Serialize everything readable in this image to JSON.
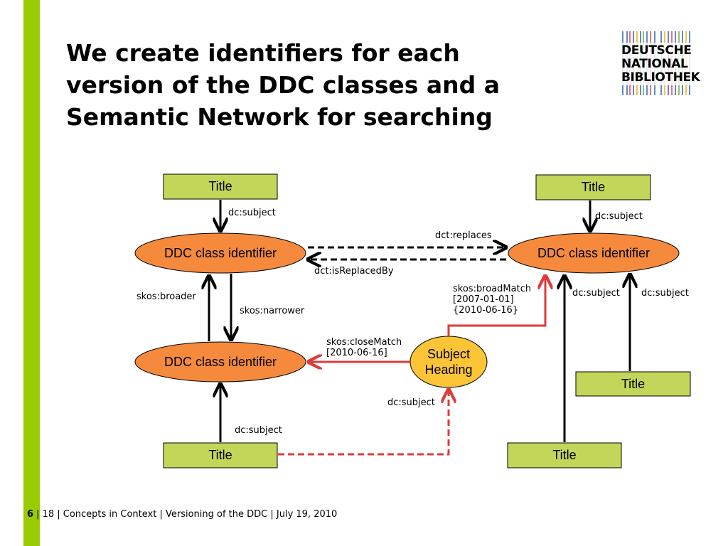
{
  "slide": {
    "title_lines": [
      "We create identifiers for each",
      "version of the DDC classes and a",
      "Semantic Network for searching"
    ]
  },
  "logo": {
    "lines": [
      "DEUTSCHE",
      "NATIONAL",
      "BIBLIOTHEK"
    ]
  },
  "diagram": {
    "nodes": {
      "title_top_left": "Title",
      "title_top_right": "Title",
      "title_mid_right": "Title",
      "title_bottom_left": "Title",
      "title_bottom_right": "Title",
      "ddc_top_left": "DDC class identifier",
      "ddc_top_right": "DDC class identifier",
      "ddc_bottom_left": "DDC class identifier",
      "subject_heading": "Subject Heading"
    },
    "edges": {
      "dc_subject_top_left": "dc:subject",
      "dc_subject_top_right": "dc:subject",
      "dct_replaces": "dct:replaces",
      "dct_is_replaced_by": "dct:isReplacedBy",
      "skos_broader": "skos:broader",
      "skos_narrower": "skos:narrower",
      "skos_broad_match": [
        "skos:broadMatch",
        "[2007-01-01]",
        "{2010-06-16}"
      ],
      "dc_subject_right_a": "dc:subject",
      "dc_subject_right_b": "dc:subject",
      "skos_close_match": [
        "skos:closeMatch",
        "[2010-06-16]"
      ],
      "dc_subject_to_heading": "dc:subject",
      "dc_subject_bottom_left": "dc:subject"
    },
    "colors": {
      "title_fill": "#c3d65a",
      "ddc_fill": "#f58a3d",
      "subject_fill": "#fcc537",
      "relation_red": "#e03a3a",
      "relation_black": "#000000"
    }
  },
  "footer": {
    "page_number": "6",
    "text": "| 18 | Concepts in Context | Versioning of the DDC | July 19, 2010"
  }
}
